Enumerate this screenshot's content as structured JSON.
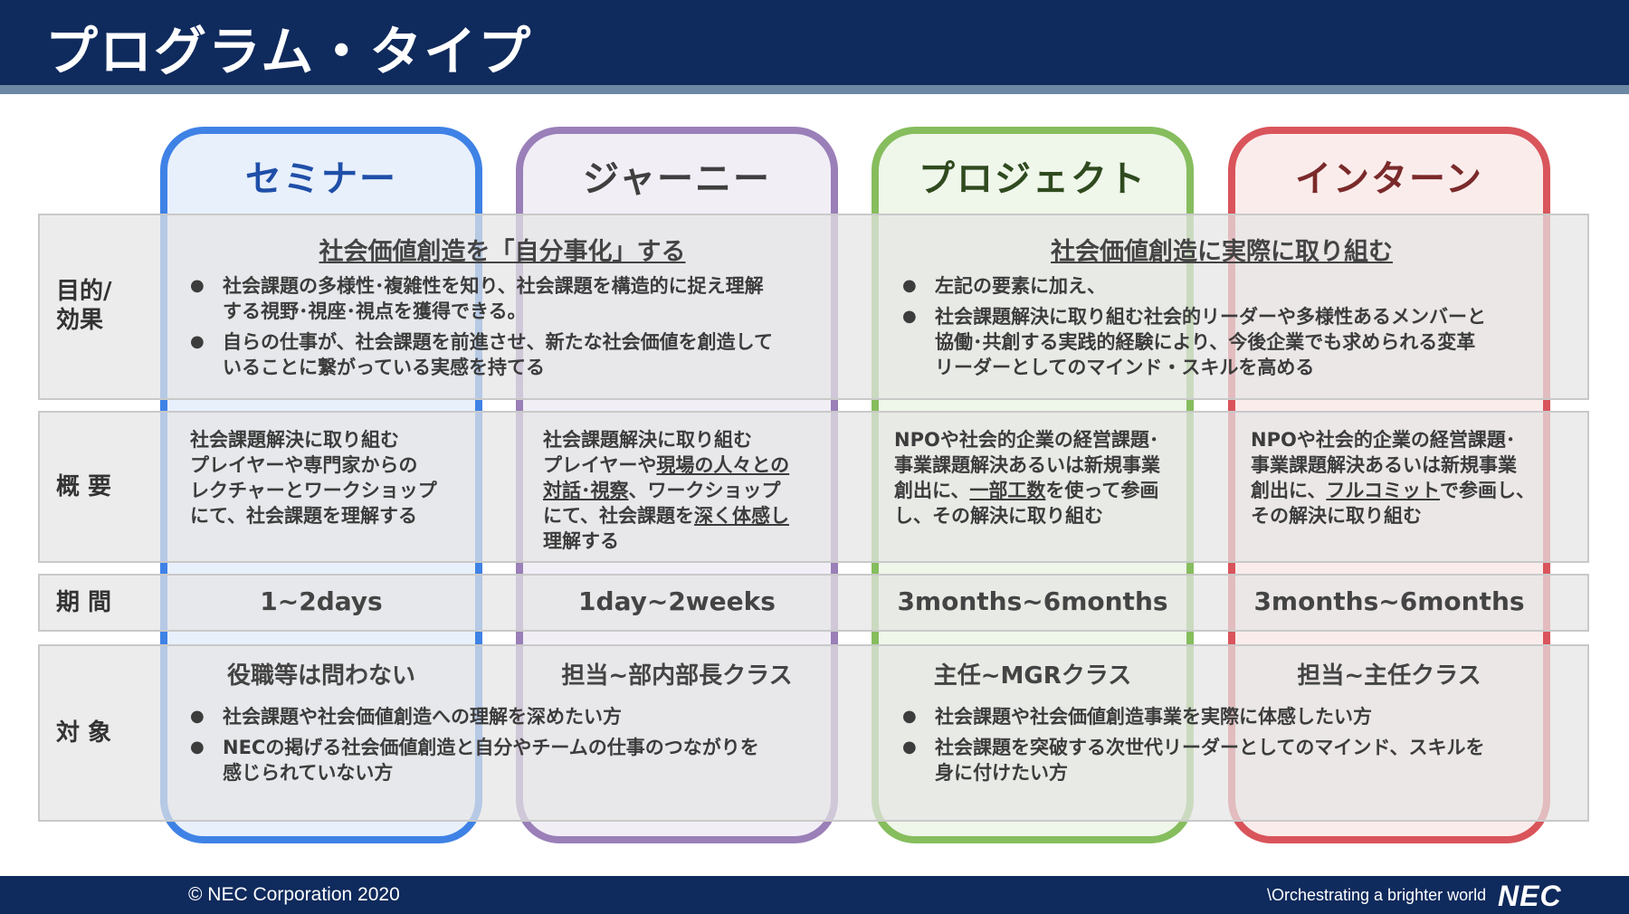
{
  "title": "プログラム・タイプ",
  "columns": [
    {
      "name": "セミナー",
      "color": "#1f4fa8"
    },
    {
      "name": "ジャーニー",
      "color": "#3f3f3f"
    },
    {
      "name": "プロジェクト",
      "color": "#2f4a1f"
    },
    {
      "name": "インターン",
      "color": "#7a2a2a"
    }
  ],
  "rows": {
    "purpose_label_1": "目的/",
    "purpose_label_2": "効果",
    "overview_label": "概 要",
    "period_label": "期 間",
    "target_label": "対 象"
  },
  "purpose": {
    "left_heading": "社会価値創造を「自分事化」する",
    "left_bullets": [
      [
        "社会課題の多様性･複雑性を知り、社会課題を構造的に捉え理解",
        "する視野･視座･視点を獲得できる。"
      ],
      [
        "自らの仕事が、社会課題を前進させ、新たな社会価値を創造して",
        "いることに繋がっている実感を持てる"
      ]
    ],
    "right_heading": "社会価値創造に実際に取り組む",
    "right_bullets": [
      [
        "左記の要素に加え、"
      ],
      [
        "社会課題解決に取り組む社会的リーダーや多様性あるメンバーと",
        "協働･共創する実践的経験により、今後企業でも求められる変革",
        "リーダーとしてのマインド・スキルを高める"
      ]
    ]
  },
  "overview": {
    "seminar": [
      "社会課題解決に取り組む",
      "プレイヤーや専門家からの",
      "レクチャーとワークショップ",
      "にて、社会課題を理解する"
    ],
    "journey": {
      "l1": "社会課題解決に取り組む",
      "l2a": "プレイヤーや",
      "l2b": "現場の人々との",
      "l3a": "対話･視察",
      "l3b": "、ワークショップ",
      "l4a": "にて、社会課題を",
      "l4b": "深く体感し",
      "l5": "理解する"
    },
    "project": {
      "l1": "NPOや社会的企業の経営課題･",
      "l2": "事業課題解決あるいは新規事業",
      "l3a": "創出に、",
      "l3b": "一部工数",
      "l3c": "を使って参画",
      "l4": "し、その解決に取り組む"
    },
    "intern": {
      "l1": "NPOや社会的企業の経営課題･",
      "l2": "事業課題解決あるいは新規事業",
      "l3a": "創出に、",
      "l3b": "フルコミット",
      "l3c": "で参画し、",
      "l4": "その解決に取り組む"
    }
  },
  "period": [
    "1~2days",
    "1day~2weeks",
    "3months~6months",
    "3months~6months"
  ],
  "target": {
    "headings": [
      "役職等は問わない",
      "担当~部内部長クラス",
      "主任~MGRクラス",
      "担当~主任クラス"
    ],
    "left_bullets": [
      [
        "社会課題や社会価値創造への理解を深めたい方"
      ],
      [
        "NECの掲げる社会価値創造と自分やチームの仕事のつながりを",
        "感じられていない方"
      ]
    ],
    "right_bullets": [
      [
        "社会課題や社会価値創造事業を実際に体感したい方"
      ],
      [
        "社会課題を突破する次世代リーダーとしてのマインド、スキルを",
        "身に付けたい方"
      ]
    ]
  },
  "footer": {
    "copyright": "© NEC Corporation 2020",
    "tagline": "\\Orchestrating a brighter world",
    "logo": "NEC"
  }
}
